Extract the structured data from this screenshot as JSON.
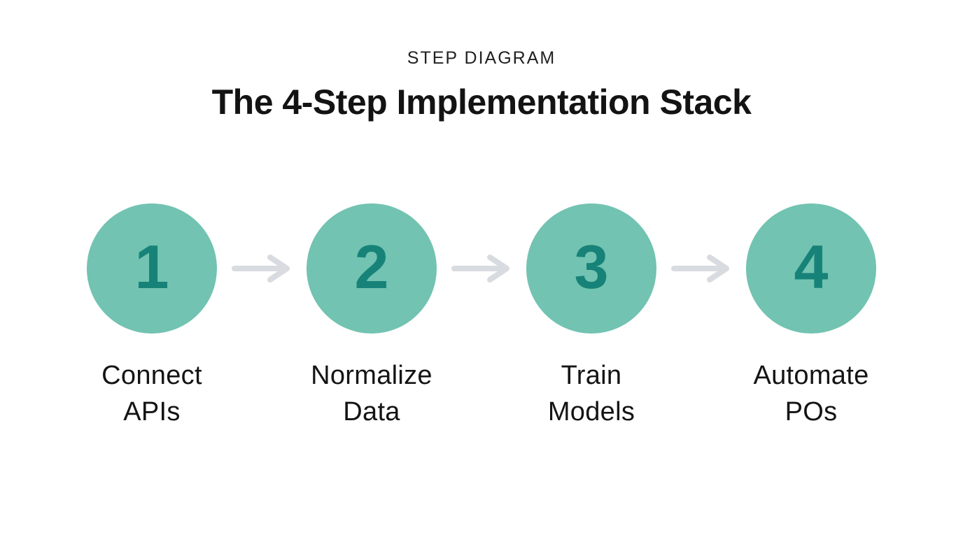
{
  "header": {
    "eyebrow": "STEP DIAGRAM",
    "title": "The 4-Step Implementation Stack"
  },
  "steps": [
    {
      "number": "1",
      "label_line1": "Connect",
      "label_line2": "APIs"
    },
    {
      "number": "2",
      "label_line1": "Normalize",
      "label_line2": "Data"
    },
    {
      "number": "3",
      "label_line1": "Train",
      "label_line2": "Models"
    },
    {
      "number": "4",
      "label_line1": "Automate",
      "label_line2": "POs"
    }
  ],
  "colors": {
    "circle_fill": "#72c3b1",
    "number": "#178278",
    "arrow": "#d8dbdf",
    "text": "#141414"
  }
}
